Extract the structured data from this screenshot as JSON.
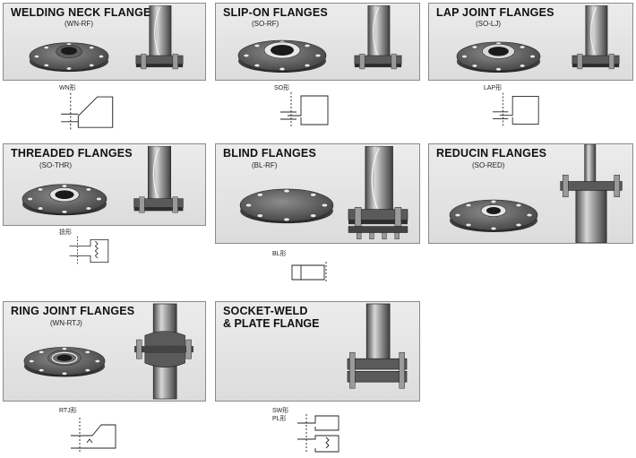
{
  "panels": [
    {
      "title": "WELDING NECK FLANGES",
      "code": "(WN-RF)",
      "drawing_label": "WN形"
    },
    {
      "title": "SLIP-ON FLANGES",
      "code": "(SO-RF)",
      "drawing_label": "SO形"
    },
    {
      "title": "LAP JOINT FLANGES",
      "code": "(SO-LJ)",
      "drawing_label": "LAP形"
    },
    {
      "title": "THREADED FLANGES",
      "code": "(SO-THR)",
      "drawing_label": "捻形"
    },
    {
      "title": "BLIND FLANGES",
      "code": "(BL-RF)",
      "drawing_label": "BL形"
    },
    {
      "title": "REDUCIN FLANGES",
      "code": "(SO-RED)",
      "drawing_label": ""
    },
    {
      "title": "RING JOINT FLANGES",
      "code": "(WN-RTJ)",
      "drawing_label": "RTJ形"
    },
    {
      "title_line1": "SOCKET-WELD",
      "title_line2": "& PLATE FLANGE",
      "drawing_label_1": "SW形",
      "drawing_label_2": "PL形"
    }
  ],
  "colors": {
    "panel_bg": "#e2e2e2",
    "metal_dark": "#3a3a3a",
    "metal_mid": "#6e6e6e",
    "metal_light": "#b8b8b8"
  }
}
